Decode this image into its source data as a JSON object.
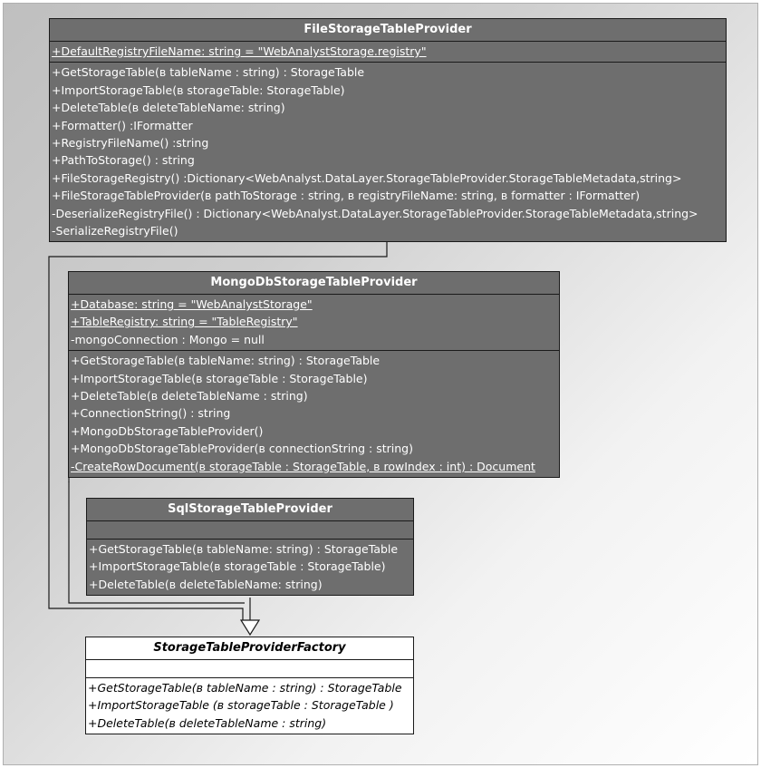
{
  "classes": {
    "file": {
      "name": "FileStorageTableProvider",
      "attributes": [
        {
          "text": "+DefaultRegistryFileName: string = \"WebAnalystStorage.registry\"",
          "static": true
        }
      ],
      "operations": [
        {
          "text": "+GetStorageTable(в tableName : string) : StorageTable",
          "static": false
        },
        {
          "text": "+ImportStorageTable(в storageTable: StorageTable)",
          "static": false
        },
        {
          "text": "+DeleteTable(в deleteTableName: string)",
          "static": false
        },
        {
          "text": "+Formatter() :IFormatter",
          "static": false
        },
        {
          "text": "+RegistryFileName() :string",
          "static": false
        },
        {
          "text": "+PathToStorage() : string",
          "static": false
        },
        {
          "text": "+FileStorageRegistry() :Dictionary<WebAnalyst.DataLayer.StorageTableProvider.StorageTableMetadata,string>",
          "static": false
        },
        {
          "text": "+FileStorageTableProvider(в pathToStorage : string, в registryFileName: string, в formatter : IFormatter)",
          "static": false
        },
        {
          "text": "-DeserializeRegistryFile() : Dictionary<WebAnalyst.DataLayer.StorageTableProvider.StorageTableMetadata,string>",
          "static": false
        },
        {
          "text": "-SerializeRegistryFile()",
          "static": false
        }
      ]
    },
    "mongo": {
      "name": "MongoDbStorageTableProvider",
      "attributes": [
        {
          "text": "+Database: string = \"WebAnalystStorage\"",
          "static": true
        },
        {
          "text": "+TableRegistry: string = \"TableRegistry\"",
          "static": true
        },
        {
          "text": "-mongoConnection : Mongo = null",
          "static": false
        }
      ],
      "operations": [
        {
          "text": "+GetStorageTable(в tableName: string) : StorageTable",
          "static": false
        },
        {
          "text": "+ImportStorageTable(в storageTable : StorageTable)",
          "static": false
        },
        {
          "text": "+DeleteTable(в deleteTableName : string)",
          "static": false
        },
        {
          "text": "+ConnectionString() : string",
          "static": false
        },
        {
          "text": "+MongoDbStorageTableProvider()",
          "static": false
        },
        {
          "text": "+MongoDbStorageTableProvider(в connectionString : string)",
          "static": false
        },
        {
          "text": "-CreateRowDocument(в storageTable : StorageTable, в rowIndex : int) : Document",
          "static": true
        }
      ]
    },
    "sql": {
      "name": "SqlStorageTableProvider",
      "attributes": [],
      "operations": [
        {
          "text": "+GetStorageTable(в tableName: string) : StorageTable",
          "static": false
        },
        {
          "text": "+ImportStorageTable(в storageTable : StorageTable)",
          "static": false
        },
        {
          "text": "+DeleteTable(в deleteTableName: string)",
          "static": false
        }
      ]
    },
    "factory": {
      "name": "StorageTableProviderFactory",
      "attributes": [],
      "operations": [
        {
          "text": "+GetStorageTable(в tableName : string) : StorageTable",
          "static": false
        },
        {
          "text": "+ImportStorageTable (в storageTable : StorageTable )",
          "static": false
        },
        {
          "text": "+DeleteTable(в deleteTableName : string)",
          "static": false
        }
      ]
    }
  },
  "colors": {
    "class_fill": "#6e6e6e",
    "abstract_fill": "#ffffff",
    "line": "#1a1a1a"
  }
}
